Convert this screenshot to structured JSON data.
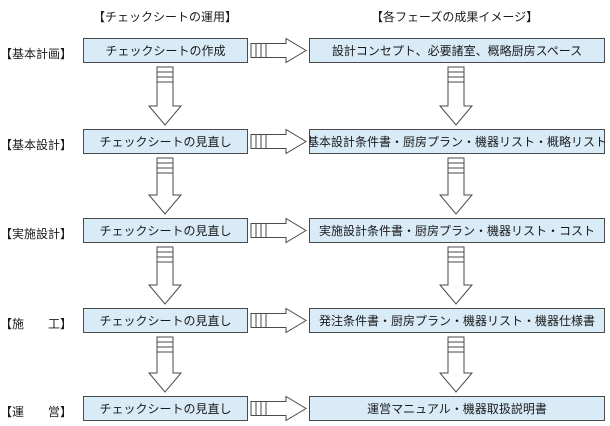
{
  "headers": {
    "left": "【チェックシートの運用】",
    "right": "【各フェーズの成果イメージ】"
  },
  "stages": [
    {
      "label": "【基本計画】",
      "sheet": "チェックシートの作成",
      "result": "設計コンセプト、必要諸室、概略厨房スペース"
    },
    {
      "label": "【基本設計】",
      "sheet": "チェックシートの見直し",
      "result": "基本設計条件書・厨房プラン・機器リスト・概略リスト"
    },
    {
      "label": "【実施設計】",
      "sheet": "チェックシートの見直し",
      "result": "実施設計条件書・厨房プラン・機器リスト・コスト"
    },
    {
      "label": "【施　　工】",
      "sheet": "チェックシートの見直し",
      "result": "発注条件書・厨房プラン・機器リスト・機器仕様書"
    },
    {
      "label": "【運　　営】",
      "sheet": "チェックシートの見直し",
      "result": "運営マニュアル・機器取扱説明書"
    }
  ]
}
